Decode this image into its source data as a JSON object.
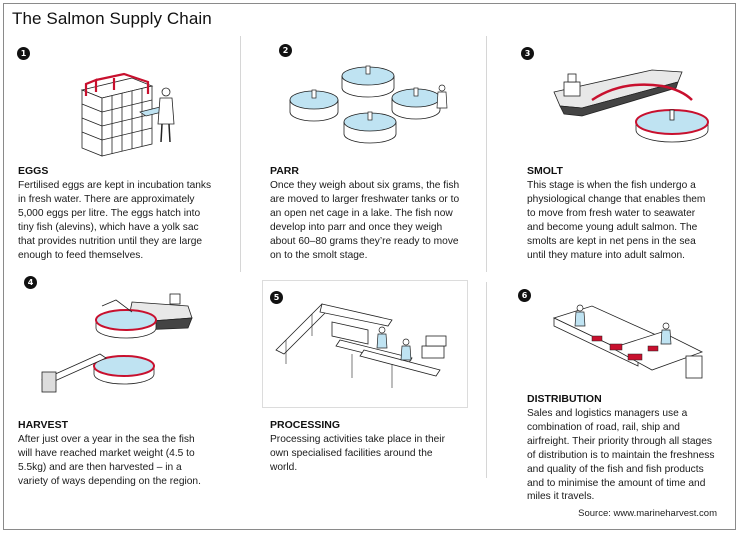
{
  "title": "The Salmon Supply Chain",
  "steps": [
    {
      "number": "1",
      "heading": "EGGS",
      "text": [
        "Fertilised eggs are kept in incubation tanks",
        "in fresh water. There are approximately",
        "5,000 eggs per litre. The eggs hatch into",
        "tiny fish (alevins), which have a yolk sac",
        "that provides nutrition until they are large",
        "enough to feed themselves."
      ]
    },
    {
      "number": "2",
      "heading": "PARR",
      "text": [
        "Once they weigh about six grams, the fish",
        "are moved to larger freshwater tanks or to",
        "an open net cage in a lake. The fish now",
        "develop into parr and once they weigh",
        "about 60–80 grams they’re ready to move",
        "on to the smolt stage."
      ]
    },
    {
      "number": "3",
      "heading": "SMOLT",
      "text": [
        "This stage is when the fish undergo a",
        "physiological change that enables them",
        "to move from fresh water to seawater",
        "and become young adult salmon. The",
        "smolts are kept in net pens in the sea",
        "until they mature into adult salmon."
      ]
    },
    {
      "number": "4",
      "heading": "HARVEST",
      "text": [
        "After just over a year in the sea the fish",
        "will have reached market weight (4.5 to",
        "5.5kg) and are then harvested – in a",
        "variety of ways depending on the region."
      ]
    },
    {
      "number": "5",
      "heading": "PROCESSING",
      "text": [
        "Processing activities take place in their",
        "own specialised facilities around the",
        "world."
      ]
    },
    {
      "number": "6",
      "heading": "DISTRIBUTION",
      "text": [
        "Sales and logistics managers use a",
        "combination of road, rail, ship and",
        "airfreight. Their priority through all stages",
        "of distribution is to maintain the freshness",
        "and quality of the fish and fish products",
        "and to minimise the amount of time and",
        "miles it travels."
      ]
    }
  ],
  "source": "Source: www.marineharvest.com",
  "colors": {
    "accent_red": "#c8102e",
    "water_blue": "#bfe3f2",
    "ink": "#111111"
  }
}
